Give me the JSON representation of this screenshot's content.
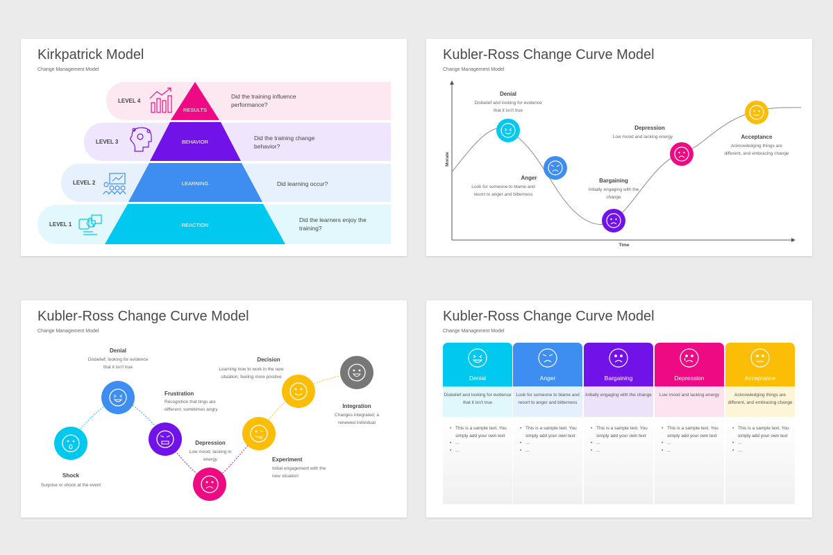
{
  "colors": {
    "cyan": "#00c8ee",
    "blue": "#3d8ef0",
    "purple": "#7012e8",
    "magenta": "#ee0a83",
    "yellow": "#fbbd06",
    "gray": "#777777"
  },
  "slide1": {
    "title": "Kirkpatrick Model",
    "subtitle": "Change Management Model",
    "levels": [
      {
        "level": "LEVEL 4",
        "stage": "RESULTS",
        "question": "Did the training influence performance?",
        "icon": "bar-chart-icon"
      },
      {
        "level": "LEVEL 3",
        "stage": "BEHAVIOR",
        "question": "Did the training change behavior?",
        "icon": "brain-head-icon"
      },
      {
        "level": "LEVEL 2",
        "stage": "LEARNING",
        "question": "Did learning occur?",
        "icon": "presentation-icon"
      },
      {
        "level": "LEVEL 1",
        "stage": "REACTION",
        "question": "Did the learners enjoy the training?",
        "icon": "thumbs-up-icon"
      }
    ]
  },
  "slide2": {
    "title": "Kubler-Ross Change Curve Model",
    "subtitle": "Change Management Model",
    "y_axis": "Morale",
    "x_axis": "Time",
    "stages": [
      {
        "name": "Denial",
        "desc": "Disbelief and looking for evidence that it isn't true",
        "face": "smile-icon"
      },
      {
        "name": "Anger",
        "desc": "Look for someone to blame and resort to anger and bitterness",
        "face": "angry-icon"
      },
      {
        "name": "Bargaining",
        "desc": "Initially engaging with the change",
        "face": "sad-icon"
      },
      {
        "name": "Depression",
        "desc": "Low mood and lacking energy",
        "face": "crying-icon"
      },
      {
        "name": "Acceptance",
        "desc": "Acknowledging things are different, and embracing change",
        "face": "neutral-smile-icon"
      }
    ]
  },
  "slide3": {
    "title": "Kubler-Ross Change Curve Model",
    "subtitle": "Change Management Model",
    "stages": [
      {
        "name": "Shock",
        "desc": "Surprise or shock at the event",
        "face": "shocked-icon"
      },
      {
        "name": "Denial",
        "desc": "Disbelief; looking for evidence that it isn't true",
        "face": "grin-icon"
      },
      {
        "name": "Frustration",
        "desc": "Recognition that tings are different; sometimes angry",
        "face": "angry-icon"
      },
      {
        "name": "Depression",
        "desc": "Low mood; lacking in energy",
        "face": "sad-icon"
      },
      {
        "name": "Experiment",
        "desc": "Initial engagement with the new situation",
        "face": "tongue-icon"
      },
      {
        "name": "Decision",
        "desc": "Learning how to work in the new situation; feeling more positive",
        "face": "smile-icon"
      },
      {
        "name": "Integration",
        "desc": "Changes integrated; a renewed individual",
        "face": "happy-icon"
      }
    ]
  },
  "slide4": {
    "title": "Kubler-Ross Change Curve Model",
    "subtitle": "Change Management Model",
    "columns": [
      {
        "name": "Denial",
        "desc": "Disbelief and looking for evidence that it isn't true",
        "face": "grin-icon",
        "bullets": [
          "This is a sample text. You simply add your own text",
          "...",
          "..."
        ]
      },
      {
        "name": "Anger",
        "desc": "Look for someone to blame and resort to anger and bitterness",
        "face": "angry-icon",
        "bullets": [
          "This is a sample text. You simply add your own text",
          "...",
          "..."
        ]
      },
      {
        "name": "Bargaining",
        "desc": "Initially engaging with the change",
        "face": "sad-icon",
        "bullets": [
          "This is a sample text. You simply add your own text",
          "...",
          "..."
        ]
      },
      {
        "name": "Depression",
        "desc": "Low mood and lacking energy",
        "face": "crying-icon",
        "bullets": [
          "This is a sample text. You simply add your own text",
          "...",
          "..."
        ]
      },
      {
        "name": "Acceptance",
        "desc": "Acknowledging things are different, and embracing change",
        "face": "neutral-icon",
        "bullets": [
          "This is a sample text. You simply add your own text",
          "...",
          "..."
        ]
      }
    ]
  }
}
